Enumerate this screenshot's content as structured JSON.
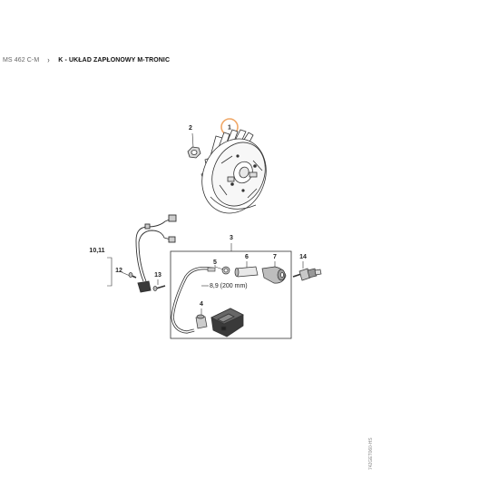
{
  "breadcrumb": {
    "parent": "MS 462 C-M",
    "separator": "›",
    "current": "K - UKŁAD ZAPŁONOWY M-TRONIC"
  },
  "callouts": {
    "flywheel": "1",
    "nut": "2",
    "ignition_module_set": "3",
    "spark_plug_boot": "4",
    "spring": "5",
    "sleeve": "6",
    "boot": "7",
    "ignition_lead": "8,9 (200 mm)",
    "wire_harness": "10,11",
    "harness_screw": "12",
    "screw": "13",
    "spark_plug": "14"
  },
  "document_id": "742GET060-HS",
  "colors": {
    "highlight": "#f0a868",
    "line": "#333333"
  }
}
